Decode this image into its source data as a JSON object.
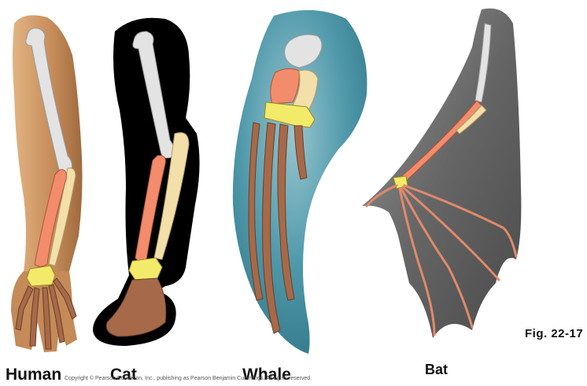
{
  "labels": {
    "human": "Human",
    "cat": "Cat",
    "whale": "Whale",
    "bat": "Bat",
    "figure": "Fig. 22-17"
  },
  "copyright": "Copyright © Pearson Education, Inc., publishing as Pearson Benjamin Cummings. All rights reserved.",
  "colors": {
    "humerus": "#e3e3e3",
    "radius": "#f28c6c",
    "ulna": "#f3dfaa",
    "carpals": "#f4ea6a",
    "phalanges": "#a66a4a",
    "human_skin": "#c48a58",
    "cat_fur": "#000000",
    "whale_flipper": "#3f8ea0",
    "bat_membrane": "#6f6f6f"
  }
}
